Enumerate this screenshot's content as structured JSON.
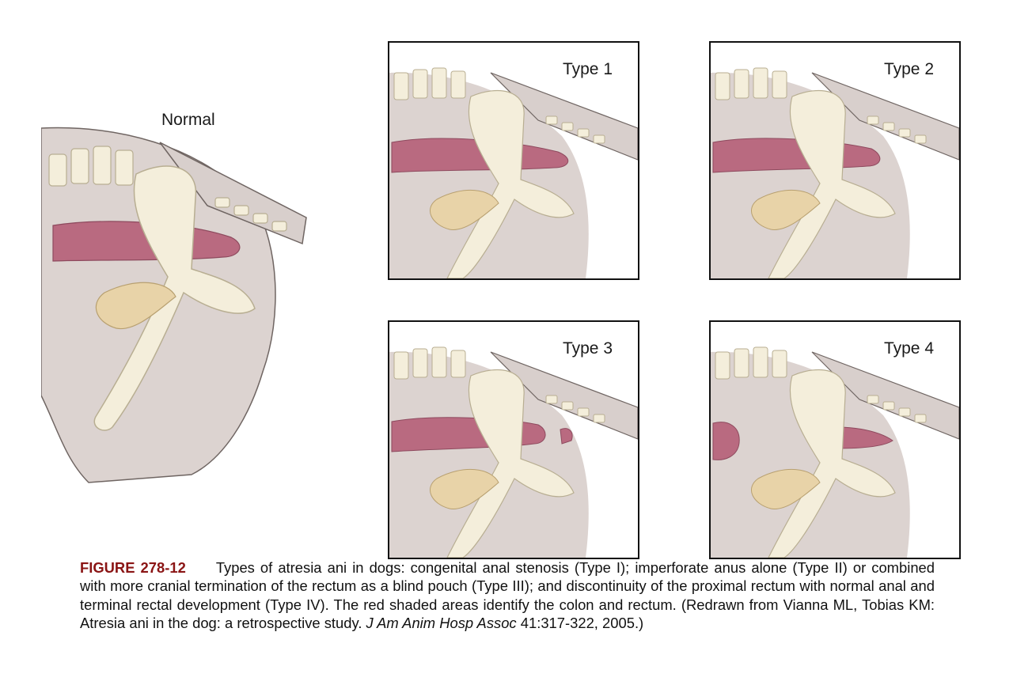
{
  "panels": {
    "normal": "Normal",
    "type1": "Type 1",
    "type2": "Type 2",
    "type3": "Type 3",
    "type4": "Type 4"
  },
  "caption": {
    "figure_number": "FIGURE 278-12",
    "text_before": "Types of atresia ani in dogs: congenital anal stenosis (Type I); imperforate anus alone (Type II) or combined with more cranial termination of the rectum as a blind pouch (Type III); and discontinuity of the proximal rectum with normal anal and terminal rectal development (Type IV). The red shaded areas identify the colon and rectum. (Redrawn from Vianna ML, Tobias KM: Atresia ani in the dog: a retrospective study. ",
    "journal": "J Am Anim Hosp Assoc",
    "text_after": " 41:317-322, 2005.)"
  },
  "colors": {
    "body": "#dcd3d0",
    "body_dark": "#c9bdba",
    "tail": "#d8cfcc",
    "bone": "#f4eedb",
    "bone_stroke": "#b8ae92",
    "rectum": "#b96a80",
    "bladder": "#e8d3a8",
    "outline": "#6f6562"
  }
}
